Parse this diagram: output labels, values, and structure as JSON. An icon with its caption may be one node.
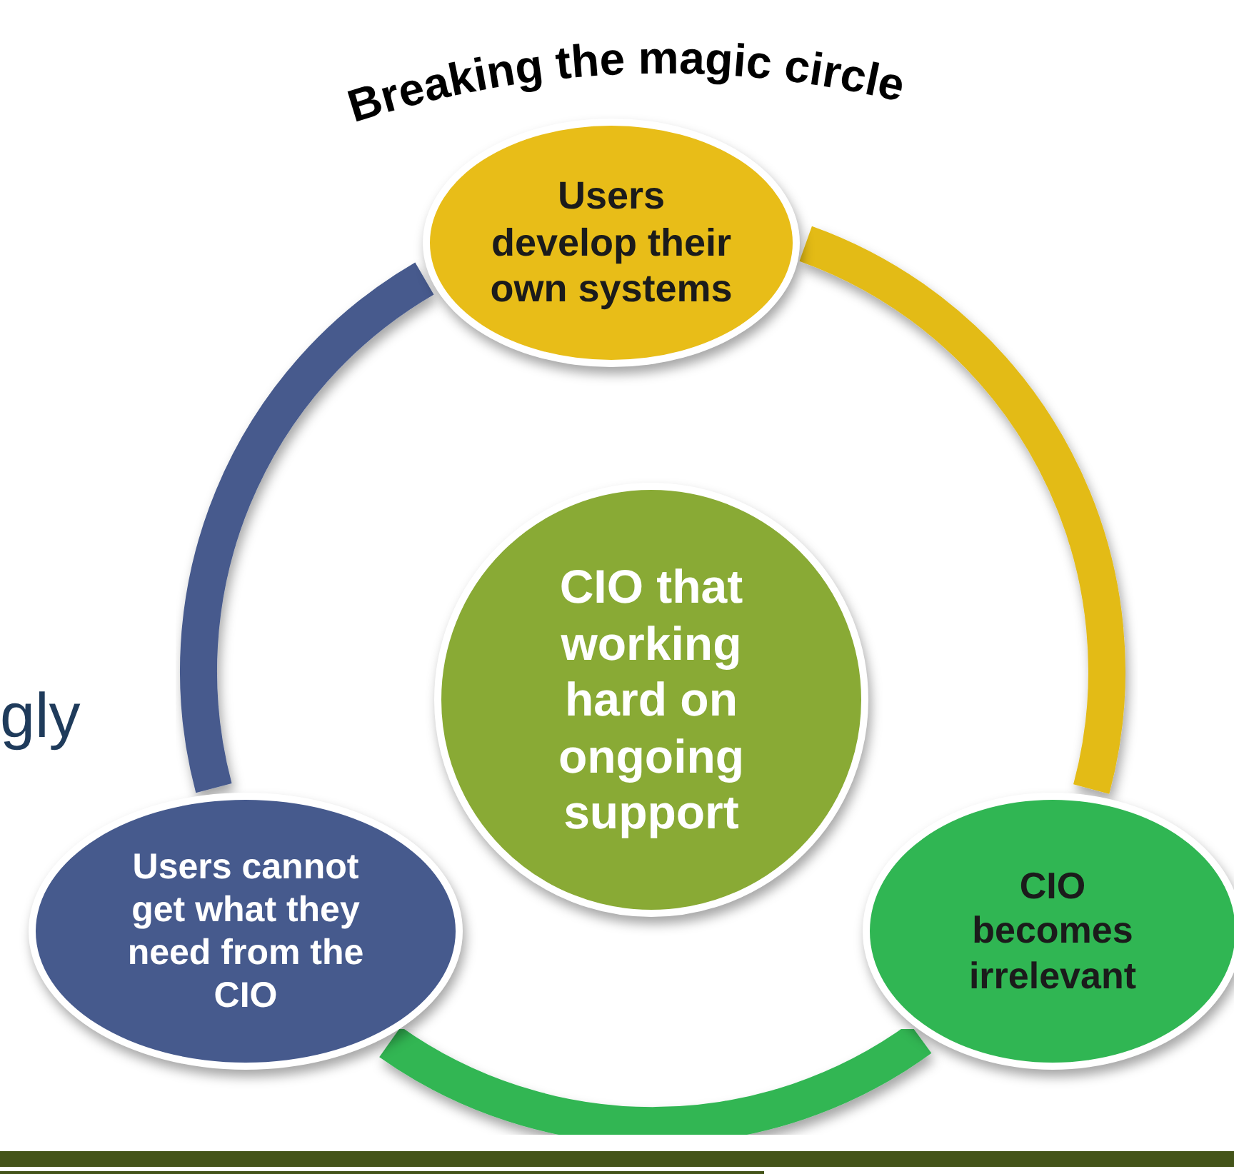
{
  "diagram": {
    "title": "Breaking the magic circle",
    "nodes": [
      {
        "text": [
          "Users develop their own systems"
        ]
      },
      {
        "text": [
          "CIO that working hard on ongoing support"
        ]
      },
      {
        "text": [
          "Users cannot get what they need from the CIO"
        ]
      },
      {
        "text": [
          "CIO becomes irrelevant"
        ]
      }
    ],
    "edges": [
      {
        "from": 0,
        "to": 3,
        "arrow": "none",
        "color": "#e3bb17"
      },
      {
        "from": 3,
        "to": 2,
        "arrow": "none",
        "color": "#30b653"
      },
      {
        "from": 2,
        "to": 0,
        "arrow": "none",
        "color": "#465a8d"
      }
    ],
    "labels": [
      "gly"
    ]
  }
}
